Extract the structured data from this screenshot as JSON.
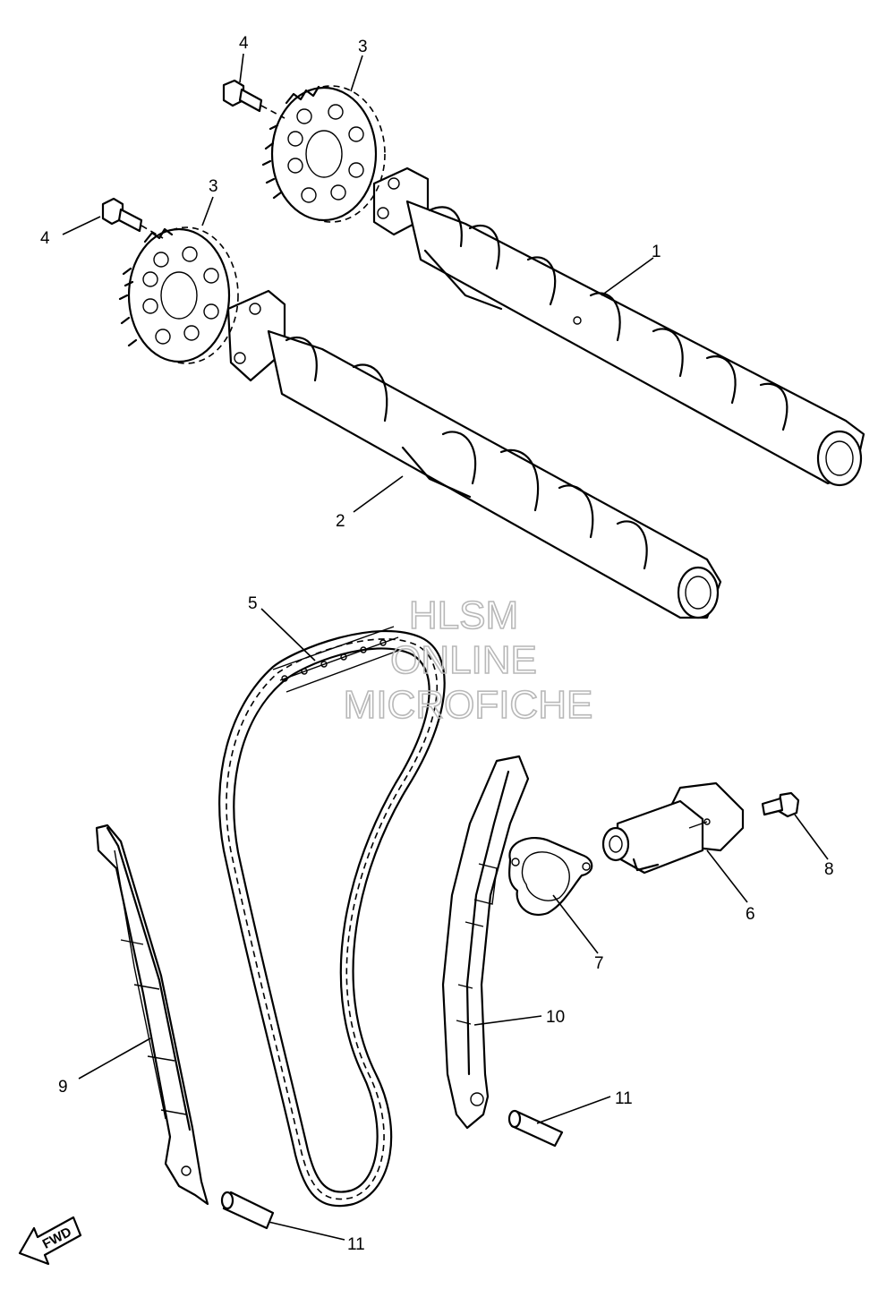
{
  "callouts": {
    "c1": "1",
    "c2": "2",
    "c3a": "3",
    "c3b": "3",
    "c4a": "4",
    "c4b": "4",
    "c5": "5",
    "c6": "6",
    "c7": "7",
    "c8": "8",
    "c9": "9",
    "c10": "10",
    "c11a": "11",
    "c11b": "11"
  },
  "watermark": {
    "line1": "HLSM",
    "line2": "ONLINE",
    "line3": "MICROFICHE"
  },
  "direction_badge": {
    "label": "FWD"
  }
}
